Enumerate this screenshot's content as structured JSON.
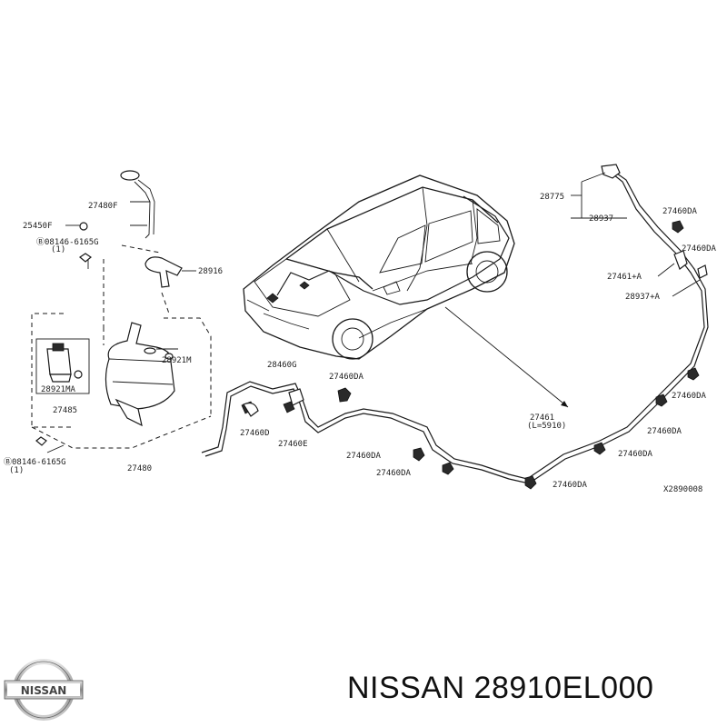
{
  "caption": {
    "brand": "NISSAN",
    "part_number": "28910EL000"
  },
  "logo": {
    "text": "NISSAN"
  },
  "diagram": {
    "drawing_id": "X2890008",
    "labels": {
      "p27480F": "27480F",
      "p25450F": "25450F",
      "p08146a": "Ⓑ08146-6165G",
      "p08146a_qty": "(1)",
      "p28916": "28916",
      "p28921M": "28921M",
      "p28921MA": "28921MA",
      "p27485": "27485",
      "p08146b": "Ⓑ08146-6165G",
      "p08146b_qty": "(1)",
      "p27480": "27480",
      "p28460G": "28460G",
      "p27460D": "27460D",
      "p27460E": "27460E",
      "p27460DA_1": "27460DA",
      "p27460DA_2": "27460DA",
      "p27460DA_3": "27460DA",
      "p28775": "28775",
      "p28937": "28937",
      "p27460DA_4": "27460DA",
      "p27460DA_5": "27460DA",
      "p27461A": "27461+A",
      "p28937A": "28937+A",
      "p27460DA_6": "27460DA",
      "p27460DA_7": "27460DA",
      "p27460DA_8": "27460DA",
      "p27460DA_9": "27460DA",
      "p27461": "27461",
      "p27461_len": "(L=5910)"
    }
  }
}
